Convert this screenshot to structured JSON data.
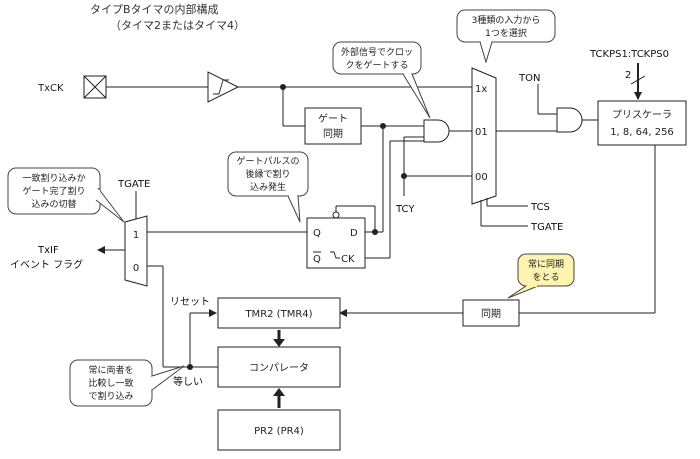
{
  "title": {
    "line1": "タイプBタイマの内部構成",
    "line2": "（タイマ2またはタイマ4）"
  },
  "signals": {
    "txck": "TxCK",
    "ton": "TON",
    "tcs": "TCS",
    "tgate_bottom": "TGATE",
    "tgate_mux": "TGATE",
    "tcy": "TCY",
    "txif": "TxIF",
    "event_flag": "イベント フラグ",
    "reset": "リセット",
    "equal": "等しい",
    "tckps": "TCKPS1:TCKPS0",
    "bus_width": "2"
  },
  "blocks": {
    "gate_sync_line1": "ゲート",
    "gate_sync_line2": "同期",
    "prescaler_line1": "プリスケーラ",
    "prescaler_line2": "1, 8, 64, 256",
    "tmr2": "TMR2 (TMR4)",
    "comparator": "コンパレータ",
    "pr2": "PR2 (PR4)",
    "sync": "同期"
  },
  "mux3": {
    "in_1x": "1x",
    "in_01": "01",
    "in_00": "00"
  },
  "mux2": {
    "in_1": "1",
    "in_0": "0"
  },
  "flipflop": {
    "q": "Q",
    "d": "D",
    "qbar": "Q",
    "ck": "CK"
  },
  "callouts": {
    "select3_line1": "3種類の入力から",
    "select3_line2": "1つを選択",
    "external_gate_line1": "外部信号でクロッ",
    "external_gate_line2": "クをゲートする",
    "gate_pulse_line1": "ゲートパルスの",
    "gate_pulse_line2": "後縁で割り",
    "gate_pulse_line3": "込み発生",
    "irq_switch_line1": "一致割り込みか",
    "irq_switch_line2": "ゲート完了割り",
    "irq_switch_line3": "込みの切替",
    "always_sync_line1": "常に同期",
    "always_sync_line2": "をとる",
    "compare_line1": "常に両者を",
    "compare_line2": "比較し一致",
    "compare_line3": "で割り込み"
  }
}
